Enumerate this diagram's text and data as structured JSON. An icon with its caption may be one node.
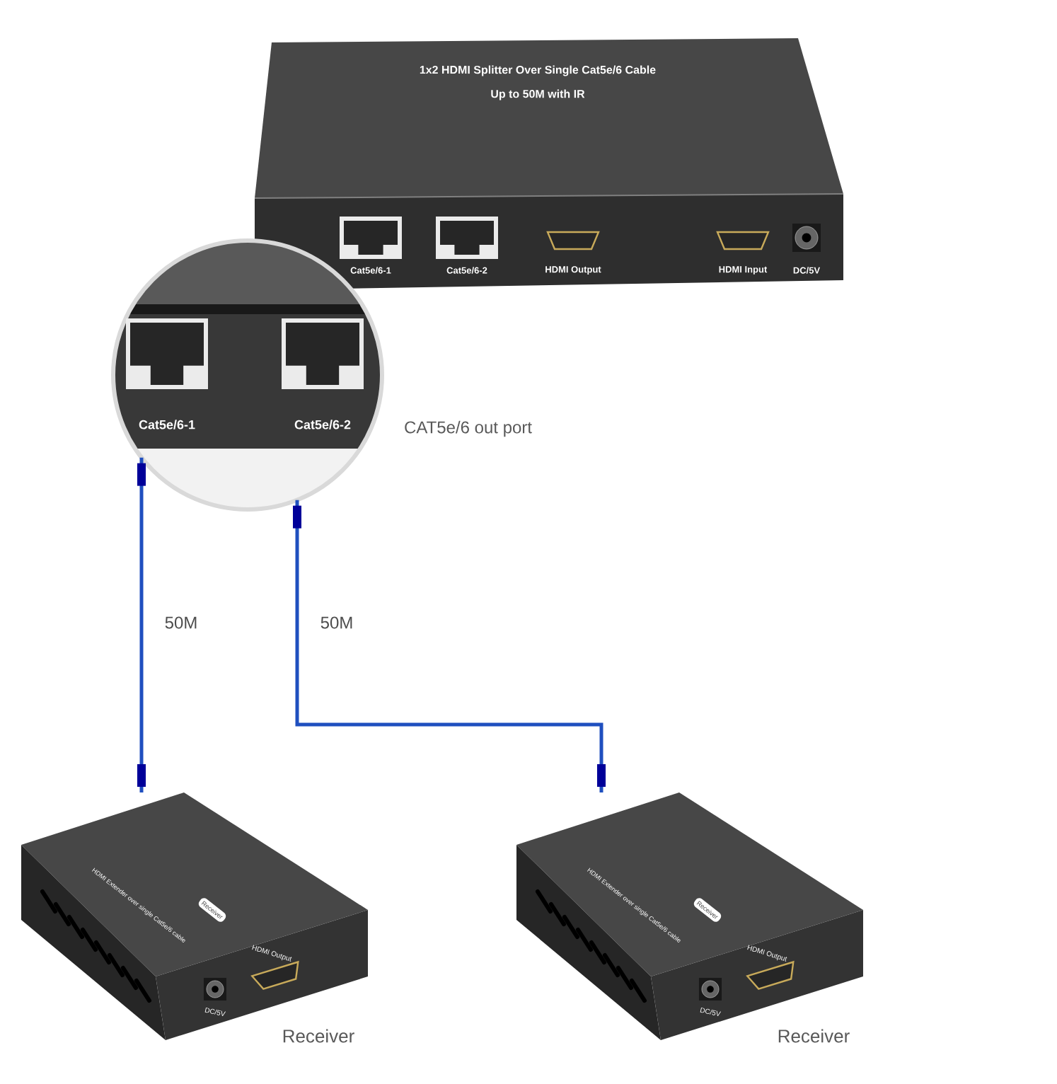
{
  "diagram": {
    "nodes": [
      {
        "text": [
          "1x2 HDMI Splitter Over Single Cat5e/6 Cable",
          "Up to 50M with IR"
        ]
      },
      {
        "text": [
          "Cat5e/6-1",
          "Cat5e/6-2"
        ],
        "beside": [
          "CAT5e/6 out port"
        ]
      },
      {
        "text": [
          "HDMI Extender over single Cat5e/6 cable",
          "Receiver",
          "HDMI Output",
          "DC/5V"
        ],
        "beside": [
          "Receiver"
        ]
      },
      {
        "text": [
          "HDMI Extender over single Cat5e/6 cable",
          "Receiver",
          "HDMI Output",
          "DC/5V"
        ],
        "beside": [
          "Receiver"
        ]
      }
    ],
    "edges": [
      {
        "from": 1,
        "to": 2,
        "arrow": "none",
        "label": "50M"
      },
      {
        "from": 1,
        "to": 3,
        "arrow": "none",
        "label": "50M"
      }
    ],
    "labels": [
      "Cat5e/6-1",
      "Cat5e/6-2",
      "HDMI Output",
      "HDMI Input",
      "DC/5V"
    ]
  }
}
